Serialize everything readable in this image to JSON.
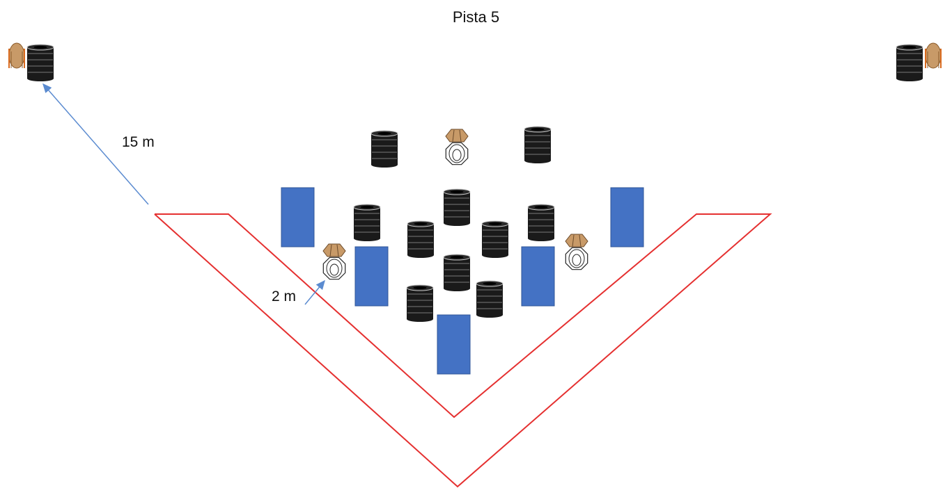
{
  "title": "Pista 5",
  "distance_labels": {
    "far": "15 m",
    "near": "2 m"
  },
  "colors": {
    "boundary": "#e53030",
    "barrier": "#4472c4",
    "tire": "#1a1a1a",
    "tire_ring": "#c8c8c8",
    "arrow": "#5b8bd0",
    "target_top": "#c89a68",
    "target_stand": "#d96a1e"
  },
  "elements": {
    "barriers": 5,
    "tire_stacks": 12,
    "steel_targets": 3,
    "far_targets": 2
  },
  "icons": [
    "tire-stack-icon",
    "paper-target-icon",
    "steel-target-icon",
    "barrier"
  ]
}
